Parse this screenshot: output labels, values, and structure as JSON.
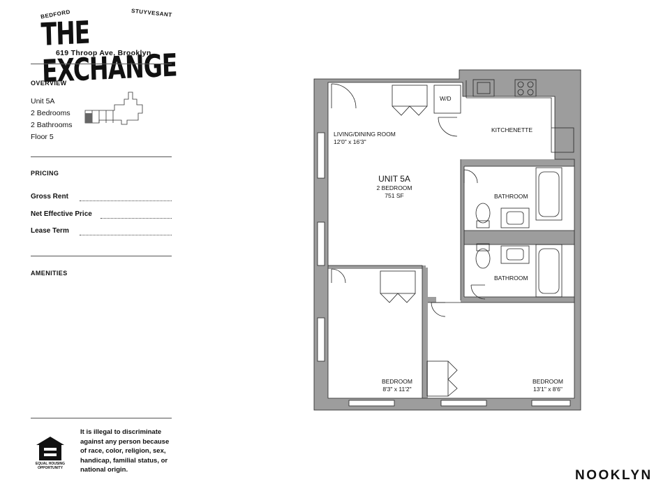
{
  "logo": {
    "small_left": "BEDFORD",
    "small_right": "STUYVESANT",
    "name": "THE EXCHANGE",
    "address": "619 Throop Ave, Brooklyn"
  },
  "overview": {
    "heading": "OVERVIEW",
    "unit": "Unit 5A",
    "bedrooms": "2 Bedrooms",
    "bathrooms": "2 Bathrooms",
    "floor": "Floor 5"
  },
  "pricing": {
    "heading": "PRICING",
    "gross_rent": "Gross Rent",
    "net_effective": "Net Effective Price",
    "lease_term": "Lease Term"
  },
  "amenities": {
    "heading": "AMENITIES"
  },
  "legal": {
    "text": "It is illegal to discriminate against any person because of race, color, religion, sex, handicap, familial status, or national origin.",
    "eho_line1": "EQUAL HOUSING",
    "eho_line2": "OPPORTUNITY"
  },
  "brand": "NOOKLYN",
  "plan": {
    "unit_title": "UNIT 5A",
    "unit_bedrooms": "2 BEDROOM",
    "unit_area": "751 SF",
    "living_name": "LIVING/DINING ROOM",
    "living_size": "12'0\" x 16'3\"",
    "kitchen_name": "KITCHENETTE",
    "washer_label": "W/D",
    "bath1_name": "BATHROOM",
    "bath2_name": "BATHROOM",
    "bed1_name": "BEDROOM",
    "bed1_size": "8'3\" x 11'2\"",
    "bed2_name": "BEDROOM",
    "bed2_size": "13'1\" x 8'6\""
  }
}
